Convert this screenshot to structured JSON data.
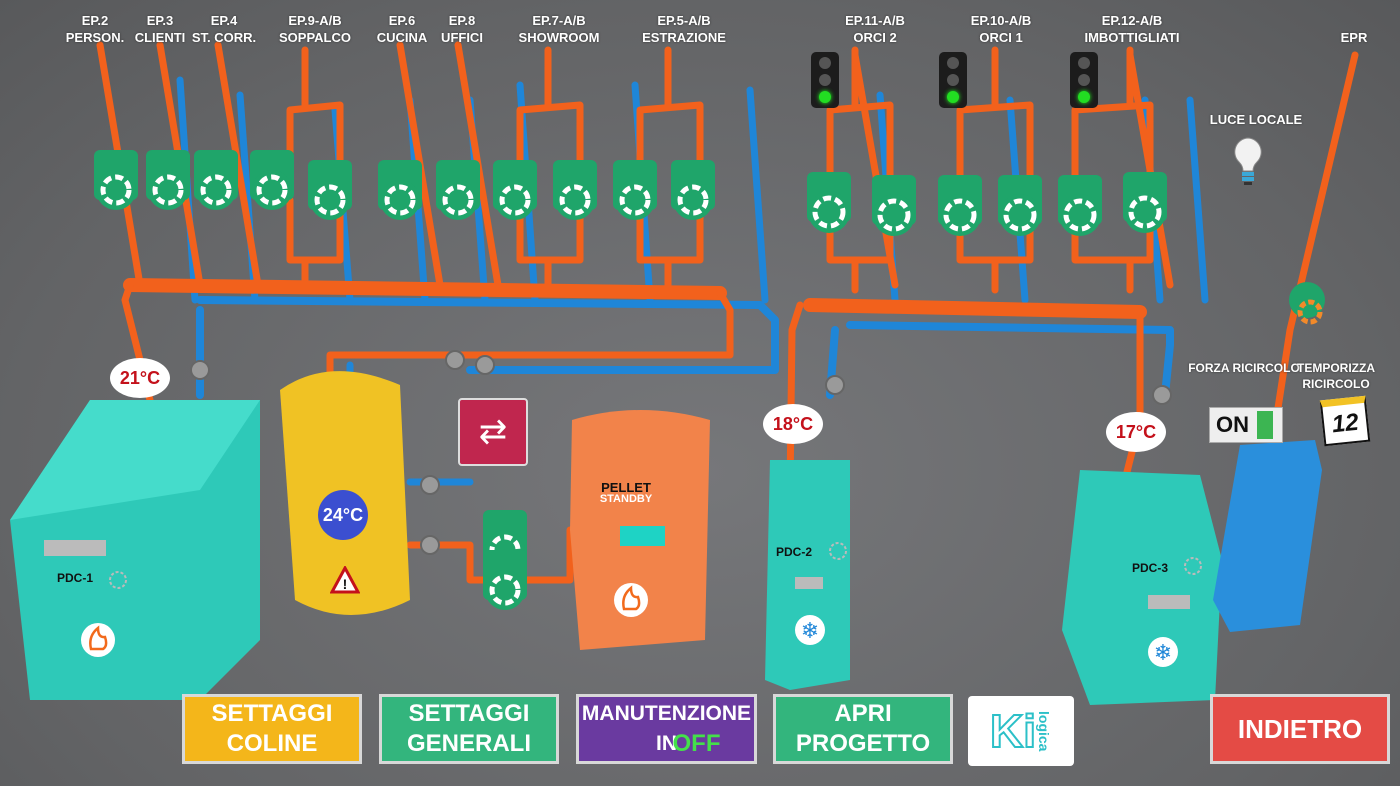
{
  "circuits": [
    {
      "code": "EP.2",
      "name": "PERSON."
    },
    {
      "code": "EP.3",
      "name": "CLIENTI"
    },
    {
      "code": "EP.4",
      "name": "ST. CORR."
    },
    {
      "code": "EP.9-A/B",
      "name": "SOPPALCO"
    },
    {
      "code": "EP.6",
      "name": "CUCINA"
    },
    {
      "code": "EP.8",
      "name": "UFFICI"
    },
    {
      "code": "EP.7-A/B",
      "name": "SHOWROOM"
    },
    {
      "code": "EP.5-A/B",
      "name": "ESTRAZIONE"
    },
    {
      "code": "EP.11-A/B",
      "name": "ORCI 2"
    },
    {
      "code": "EP.10-A/B",
      "name": "ORCI 1"
    },
    {
      "code": "EP.12-A/B",
      "name": "IMBOTTIGLIATI"
    },
    {
      "code": "EPR",
      "name": ""
    }
  ],
  "light": {
    "label": "LUCE LOCALE"
  },
  "recirc": {
    "force_label": "FORZA RICIRCOLO",
    "force_state": "ON",
    "timer_label": "TEMPORIZZA RICIRCOLO",
    "timer_day": "12"
  },
  "temperatures": {
    "pdc1": "21°C",
    "tank": "24°C",
    "pdc2": "18°C",
    "pdc3": "17°C"
  },
  "units": {
    "pdc1": "PDC-1",
    "pdc2": "PDC-2",
    "pdc3": "PDC-3",
    "pellet": "PELLET",
    "pellet_status": "STANDBY"
  },
  "buttons": {
    "settaggi_coline": "SETTAGGI COLINE",
    "settaggi_generali": "SETTAGGI GENERALI",
    "manutenzione": "MANUTENZIONE IN",
    "manutenzione_state": "OFF",
    "apri_progetto": "APRI PROGETTO",
    "indietro": "INDIETRO"
  },
  "logo": {
    "text": "Ki logica"
  },
  "colors": {
    "hot": "#f2611c",
    "cold": "#1f86d8",
    "pump": "#1fa56a",
    "boiler": "#2ec9b8",
    "tank": "#f0c224",
    "pellet": "#f2834a"
  }
}
